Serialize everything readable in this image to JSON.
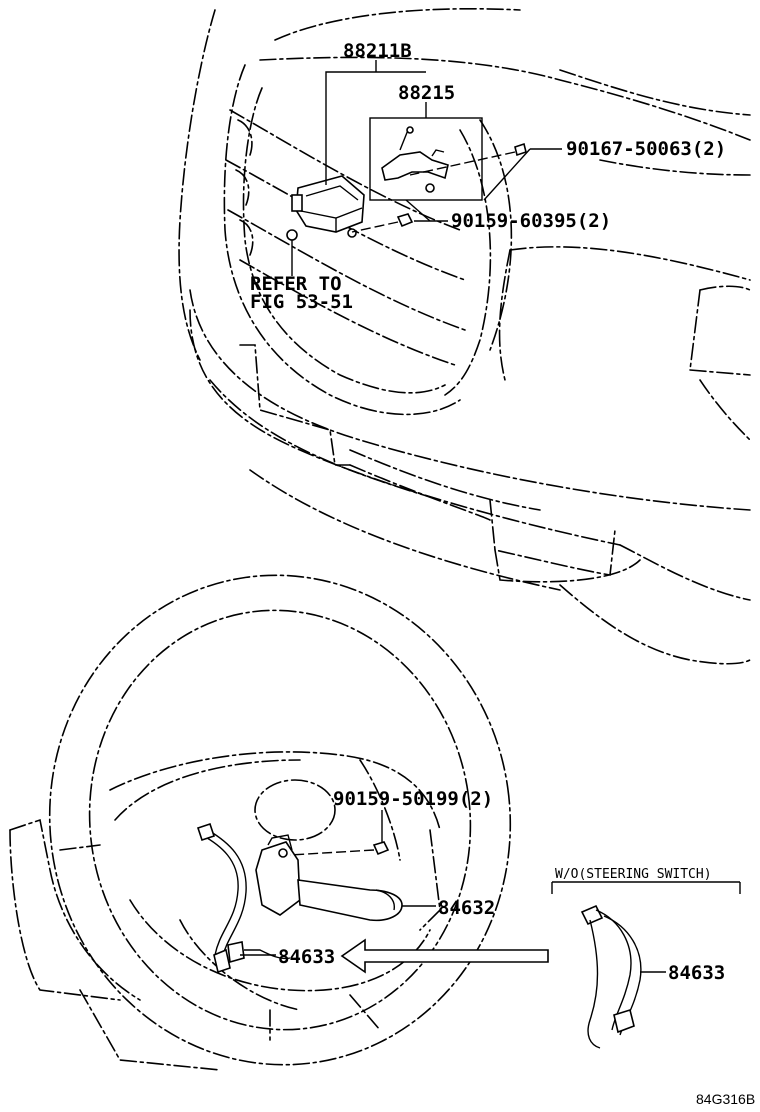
{
  "labels": {
    "p88211b": "88211B",
    "p88215": "88215",
    "p90167": "90167-50063(2)",
    "p90159a": "90159-60395(2)",
    "refer_line1": "REFER TO",
    "refer_line2": "FIG 53-51",
    "p90159b": "90159-50199(2)",
    "p84632": "84632",
    "p84633_main": "84633",
    "wo_note": "W/O(STEERING SWITCH)",
    "p84633_alt": "84633",
    "figure_code": "84G316B"
  }
}
